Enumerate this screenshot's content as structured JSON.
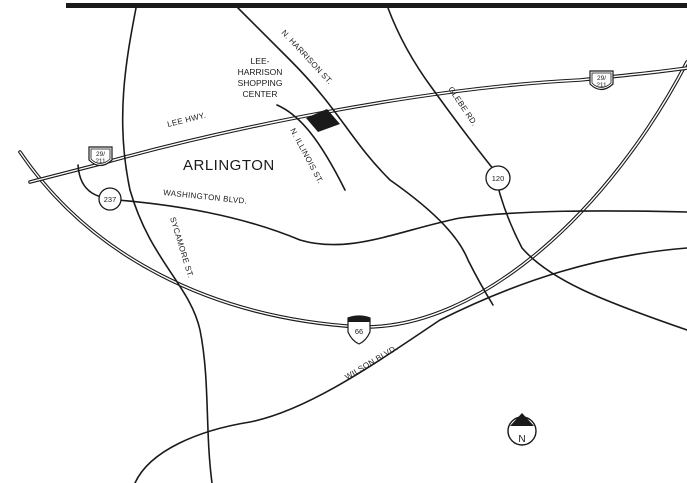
{
  "map": {
    "city_label": "ARLINGTON",
    "landmark_lines": [
      "LEE-",
      "HARRISON",
      "SHOPPING",
      "CENTER"
    ],
    "roads": {
      "n_harrison": "N. HARRISON ST.",
      "lee_hwy": "LEE  HWY.",
      "n_illinois": "N. ILLINOIS ST.",
      "glebe": "GLEBE RD.",
      "washington": "WASHINGTON  BLVD.",
      "sycamore": "SYCAMORE ST.",
      "wilson": "WILSON  BLVD."
    },
    "shields": {
      "us29_left_top": "29/",
      "us29_left_bottom": "211",
      "us29_right_top": "29/",
      "us29_right_bottom": "211",
      "route237": "237",
      "route120": "120",
      "interstate66": "66"
    },
    "north_label": "N",
    "colors": {
      "ink": "#1a1a1a",
      "background": "#ffffff"
    }
  }
}
